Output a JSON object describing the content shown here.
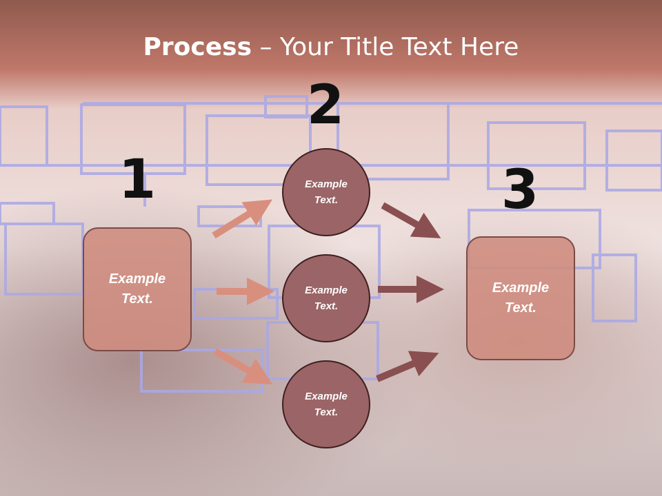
{
  "title": {
    "bold": "Process",
    "rest": " – Your Title Text Here"
  },
  "steps": [
    {
      "number": "1",
      "label": "Example\nText."
    },
    {
      "number": "2",
      "labels": [
        "Example\nText.",
        "Example\nText.",
        "Example\nText."
      ]
    },
    {
      "number": "3",
      "label": "Example\nText."
    }
  ],
  "colors": {
    "banner": "#b86e60",
    "box_fill": "#cf8c7e",
    "circle_fill": "#9b6466",
    "arrow_light": "#d98f7d",
    "arrow_dark": "#8a4f50",
    "sketch_lines": "#a9a8e6"
  }
}
